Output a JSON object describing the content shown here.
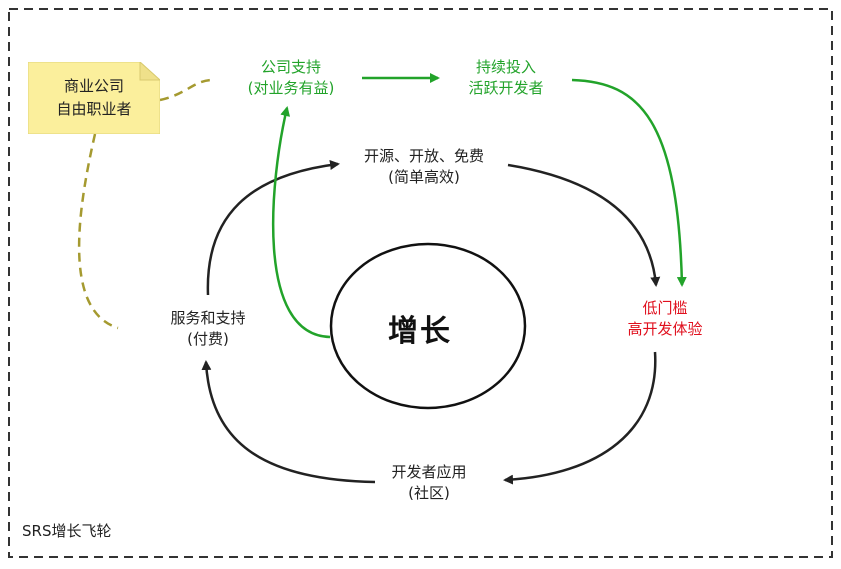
{
  "title": "SRS增长飞轮",
  "center": "增长",
  "nodes": {
    "top": [
      "开源、开放、免费",
      "(简单高效)"
    ],
    "right": [
      "低门槛",
      "高开发体验"
    ],
    "bottom": [
      "开发者应用",
      "(社区)"
    ],
    "left": [
      "服务和支持",
      "(付费)"
    ]
  },
  "green_nodes": {
    "company": [
      "公司支持",
      "(对业务有益)"
    ],
    "investment": [
      "持续投入",
      "活跃开发者"
    ]
  },
  "note": [
    "商业公司",
    "自由职业者"
  ],
  "colors": {
    "black": "#222222",
    "green": "#22a32a",
    "red": "#e0101e",
    "olive": "#a59a30",
    "note_fill": "#fbef9c"
  }
}
